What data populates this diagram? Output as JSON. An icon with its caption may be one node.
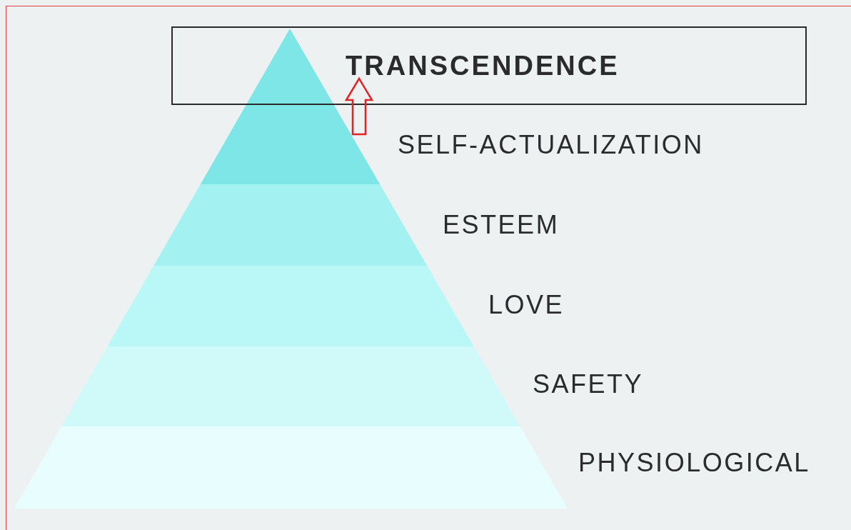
{
  "diagram": {
    "nodes": [
      {
        "text": [
          "TRANSCENDENCE"
        ]
      },
      {
        "text": [],
        "shape": "triangle",
        "beside": [
          "SELF-ACTUALIZATION"
        ]
      },
      {
        "text": [],
        "shape": "band",
        "beside": [
          "ESTEEM"
        ]
      },
      {
        "text": [],
        "shape": "band",
        "beside": [
          "LOVE"
        ]
      },
      {
        "text": [],
        "shape": "band",
        "beside": [
          "SAFETY"
        ]
      },
      {
        "text": [],
        "shape": "band",
        "beside": [
          "PHYSIOLOGICAL"
        ]
      }
    ],
    "edges": [
      {
        "from": 1,
        "to": 0,
        "arrow": "to",
        "color": "#e02424"
      }
    ]
  }
}
